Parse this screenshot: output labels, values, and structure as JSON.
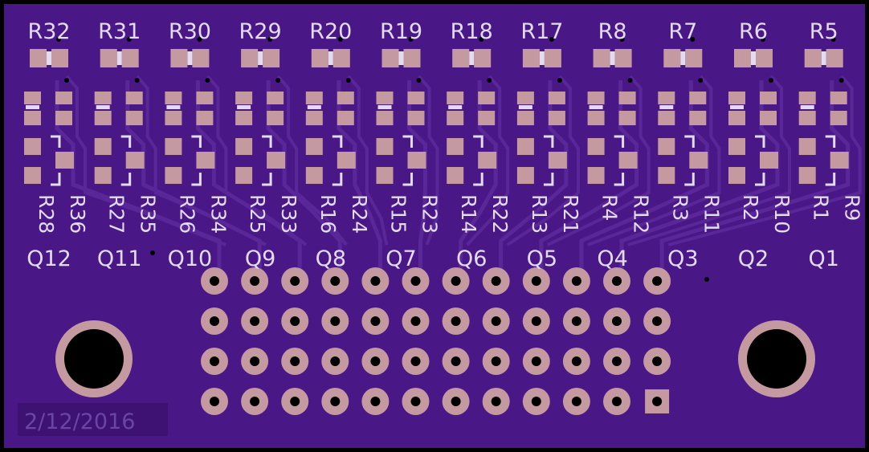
{
  "board": {
    "colors": {
      "edge": "#000000",
      "substrate": "#4a1787",
      "trace": "#5a2799",
      "silkscreen": "#e3dbef",
      "pad": "#c49aa0",
      "hole": "#000000"
    },
    "resistor_top_labels": [
      "R32",
      "R31",
      "R30",
      "R29",
      "R20",
      "R19",
      "R18",
      "R17",
      "R8",
      "R7",
      "R6",
      "R5"
    ],
    "resistor_vertical_left_labels": [
      "R28",
      "R27",
      "R26",
      "R25",
      "R16",
      "R15",
      "R14",
      "R13",
      "R4",
      "R3",
      "R2",
      "R1"
    ],
    "resistor_vertical_right_labels": [
      "R36",
      "R35",
      "R34",
      "R33",
      "R24",
      "R23",
      "R22",
      "R21",
      "R12",
      "R11",
      "R10",
      "R9"
    ],
    "transistor_labels": [
      "Q12",
      "Q11",
      "Q10",
      "Q9",
      "Q8",
      "Q7",
      "Q6",
      "Q5",
      "Q4",
      "Q3",
      "Q2",
      "Q1"
    ],
    "header": {
      "rows": 4,
      "columns": 12,
      "square_pin": "bottom-right"
    },
    "mounting_holes": [
      "left",
      "right"
    ],
    "date_marking": "2/12/2016"
  }
}
